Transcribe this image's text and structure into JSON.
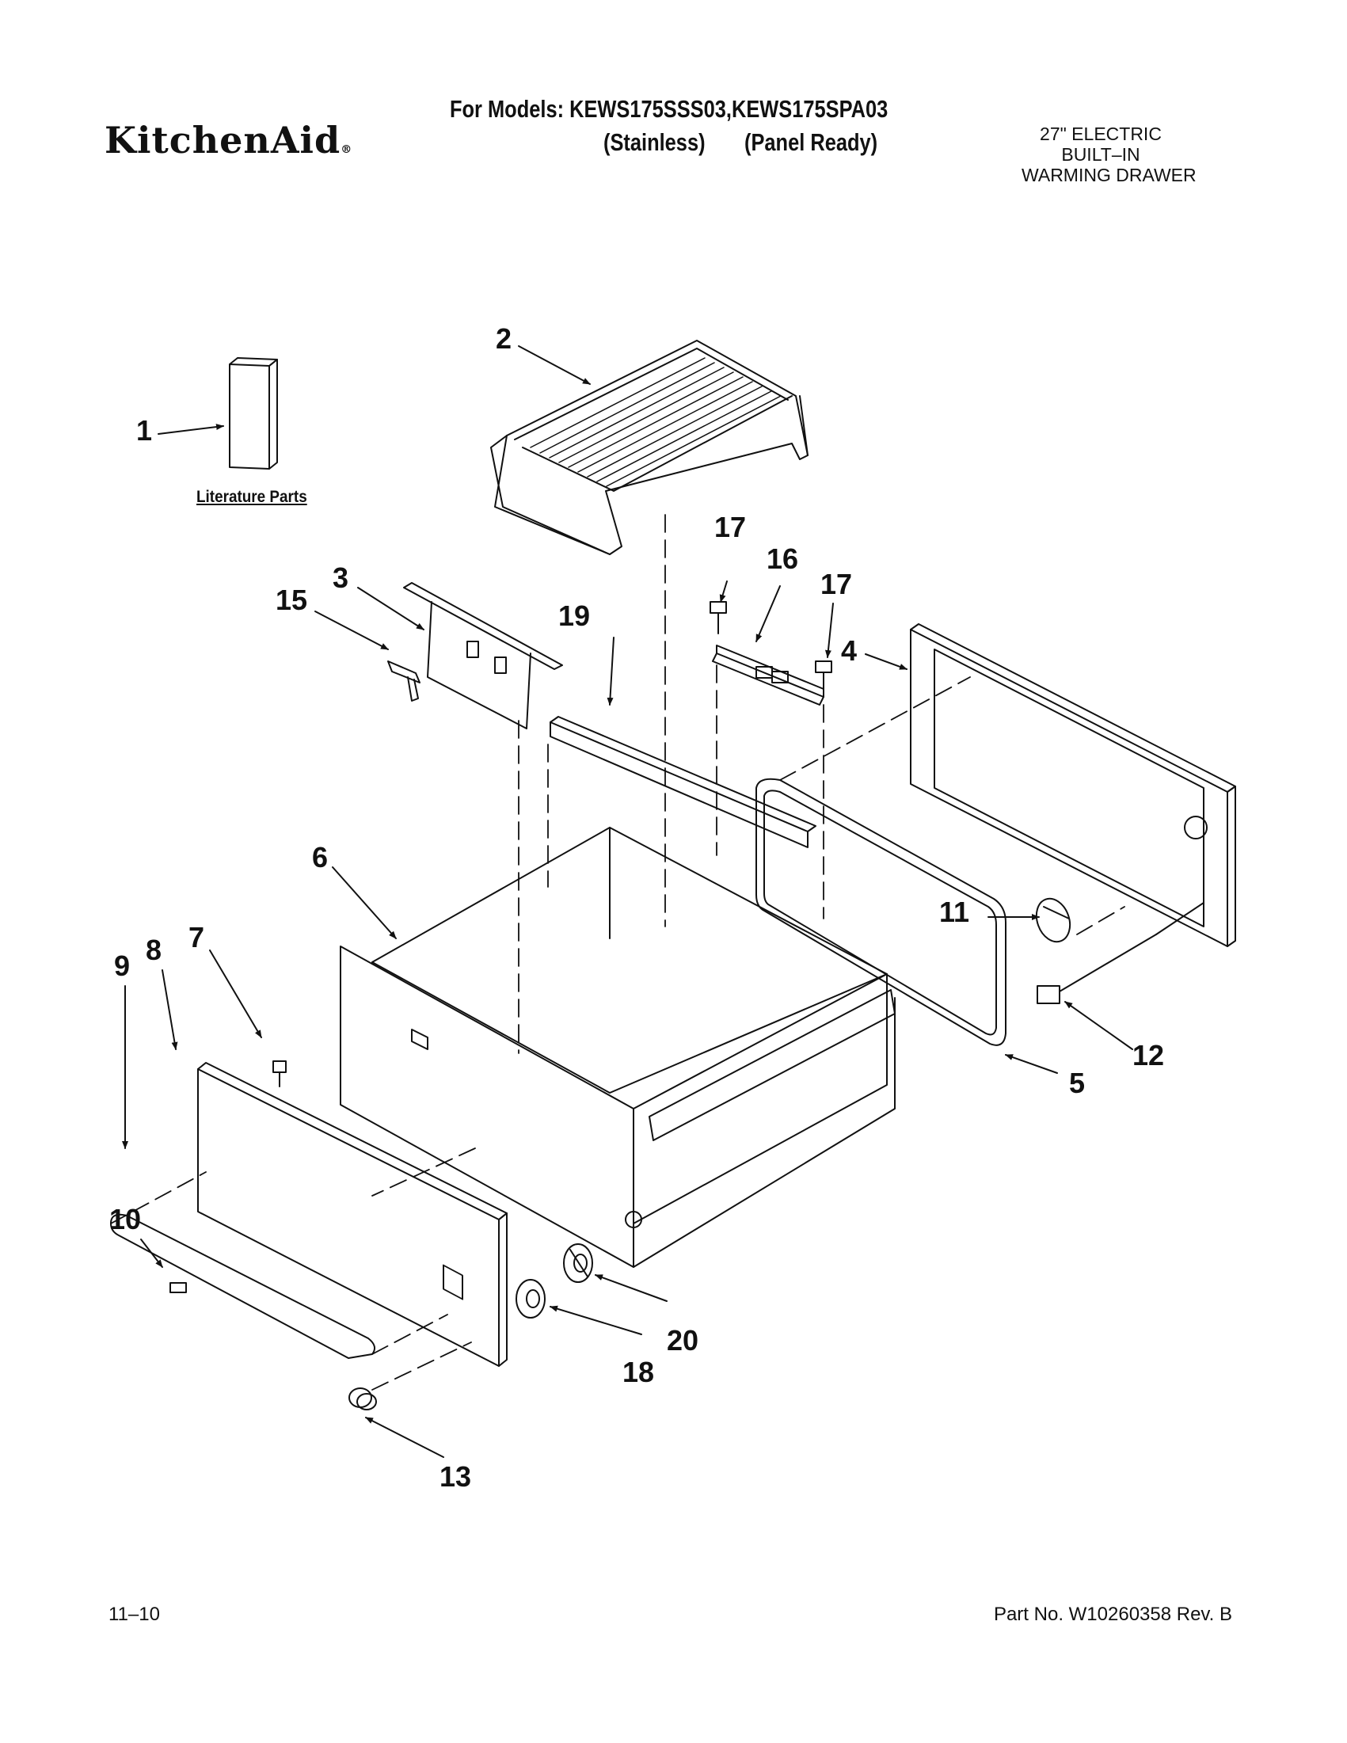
{
  "header": {
    "brand": "KitchenAid",
    "brand_mark": "®",
    "models_line": "For Models: KEWS175SSS03,KEWS175SPA03",
    "variant_1": "(Stainless)",
    "variant_2": "(Panel Ready)",
    "product_line_1": "27\" ELECTRIC",
    "product_line_2": "BUILT–IN",
    "product_line_3": "WARMING DRAWER"
  },
  "diagram": {
    "literature_label": "Literature Parts",
    "callouts": [
      "1",
      "2",
      "3",
      "4",
      "5",
      "6",
      "7",
      "8",
      "9",
      "10",
      "11",
      "12",
      "13",
      "15",
      "16",
      "17",
      "17",
      "18",
      "19",
      "20"
    ]
  },
  "footer": {
    "date_code": "11–10",
    "part_number": "Part No. W10260358 Rev. B"
  }
}
